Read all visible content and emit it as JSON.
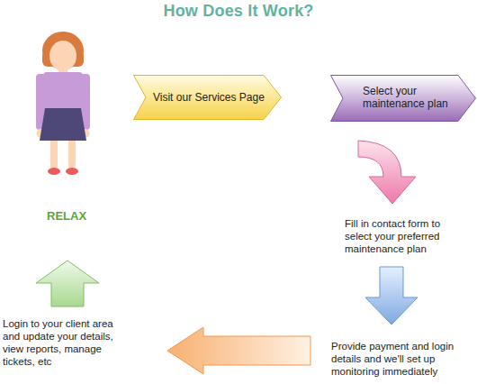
{
  "diagram": {
    "title": "How Does It Work?",
    "nodes": [
      {
        "text": [
          "Visit our Services Page"
        ]
      },
      {
        "text": [
          "Select your maintenance plan"
        ]
      }
    ],
    "labels": [
      "RELAX",
      "Fill in contact form to select your preferred maintenance plan",
      "Provide payment and login details and we'll set up monitoring immediately",
      "Login to your client area and update your details, view reports, manage tickets, etc"
    ]
  }
}
